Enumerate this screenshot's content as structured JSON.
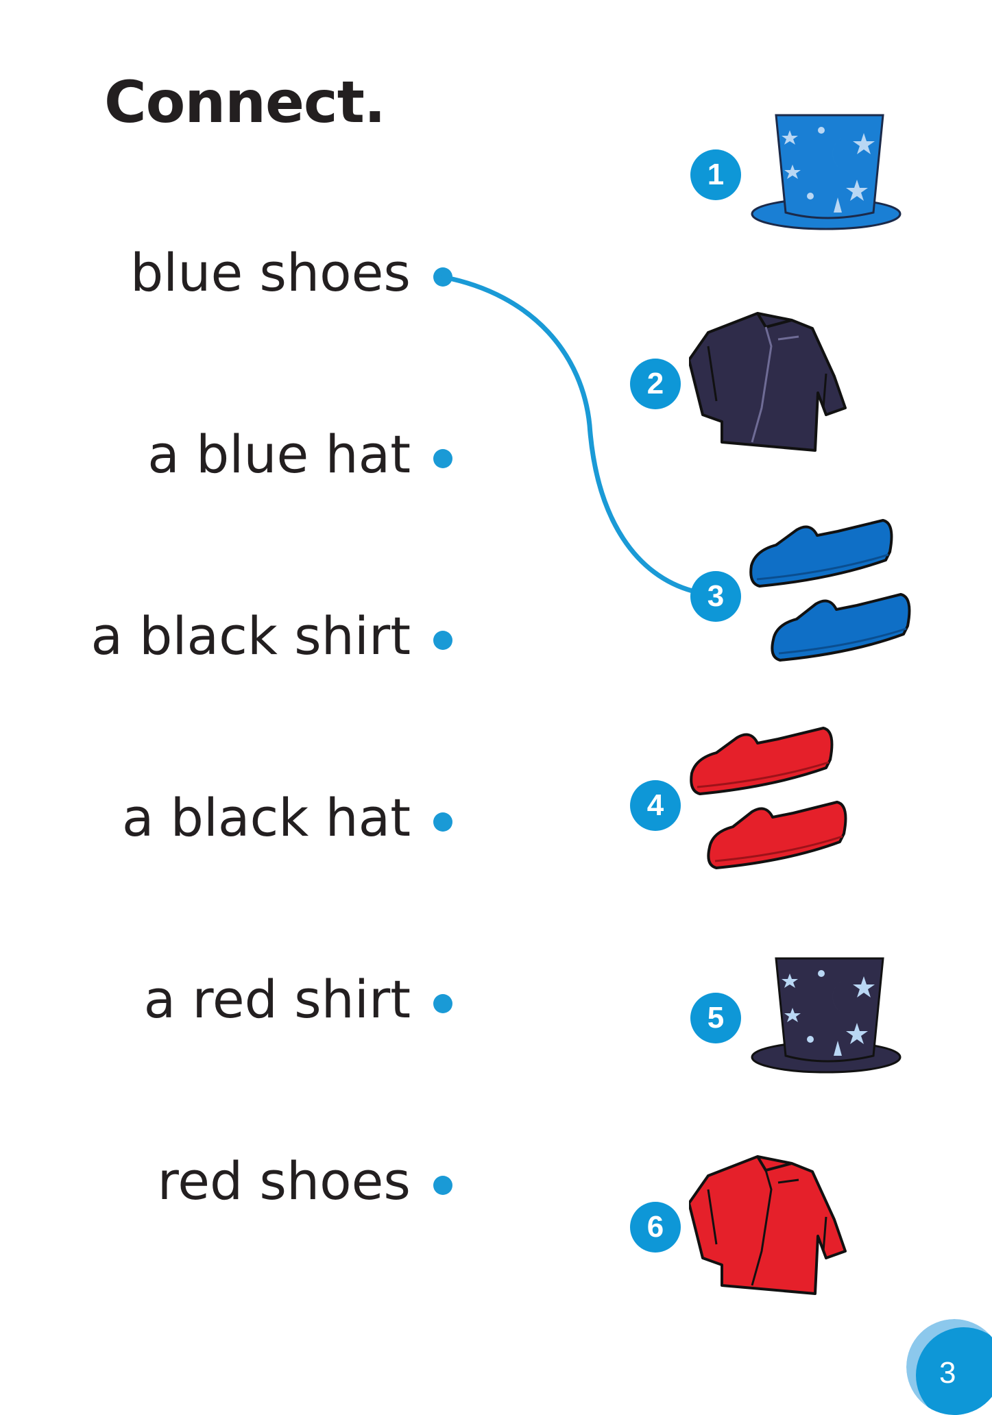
{
  "title": "Connect.",
  "phrases": [
    {
      "label": "blue shoes"
    },
    {
      "label": "a blue hat"
    },
    {
      "label": "a black shirt"
    },
    {
      "label": "a black hat"
    },
    {
      "label": "a red shirt"
    },
    {
      "label": "red shoes"
    }
  ],
  "pictures": [
    {
      "number": "1",
      "item": "blue-hat-icon"
    },
    {
      "number": "2",
      "item": "black-shirt-icon"
    },
    {
      "number": "3",
      "item": "blue-shoes-icon"
    },
    {
      "number": "4",
      "item": "red-shoes-icon"
    },
    {
      "number": "5",
      "item": "black-hat-icon"
    },
    {
      "number": "6",
      "item": "red-shirt-icon"
    }
  ],
  "example_connection": {
    "from": "blue shoes",
    "to": "3"
  },
  "colors": {
    "accent_blue": "#1a9ad6",
    "hat_blue": "#1a7fd4",
    "navy": "#2f2c4a",
    "shoe_blue": "#0f6fc6",
    "red": "#e5202a",
    "star": "#b9d7f4"
  },
  "page_number": "3"
}
